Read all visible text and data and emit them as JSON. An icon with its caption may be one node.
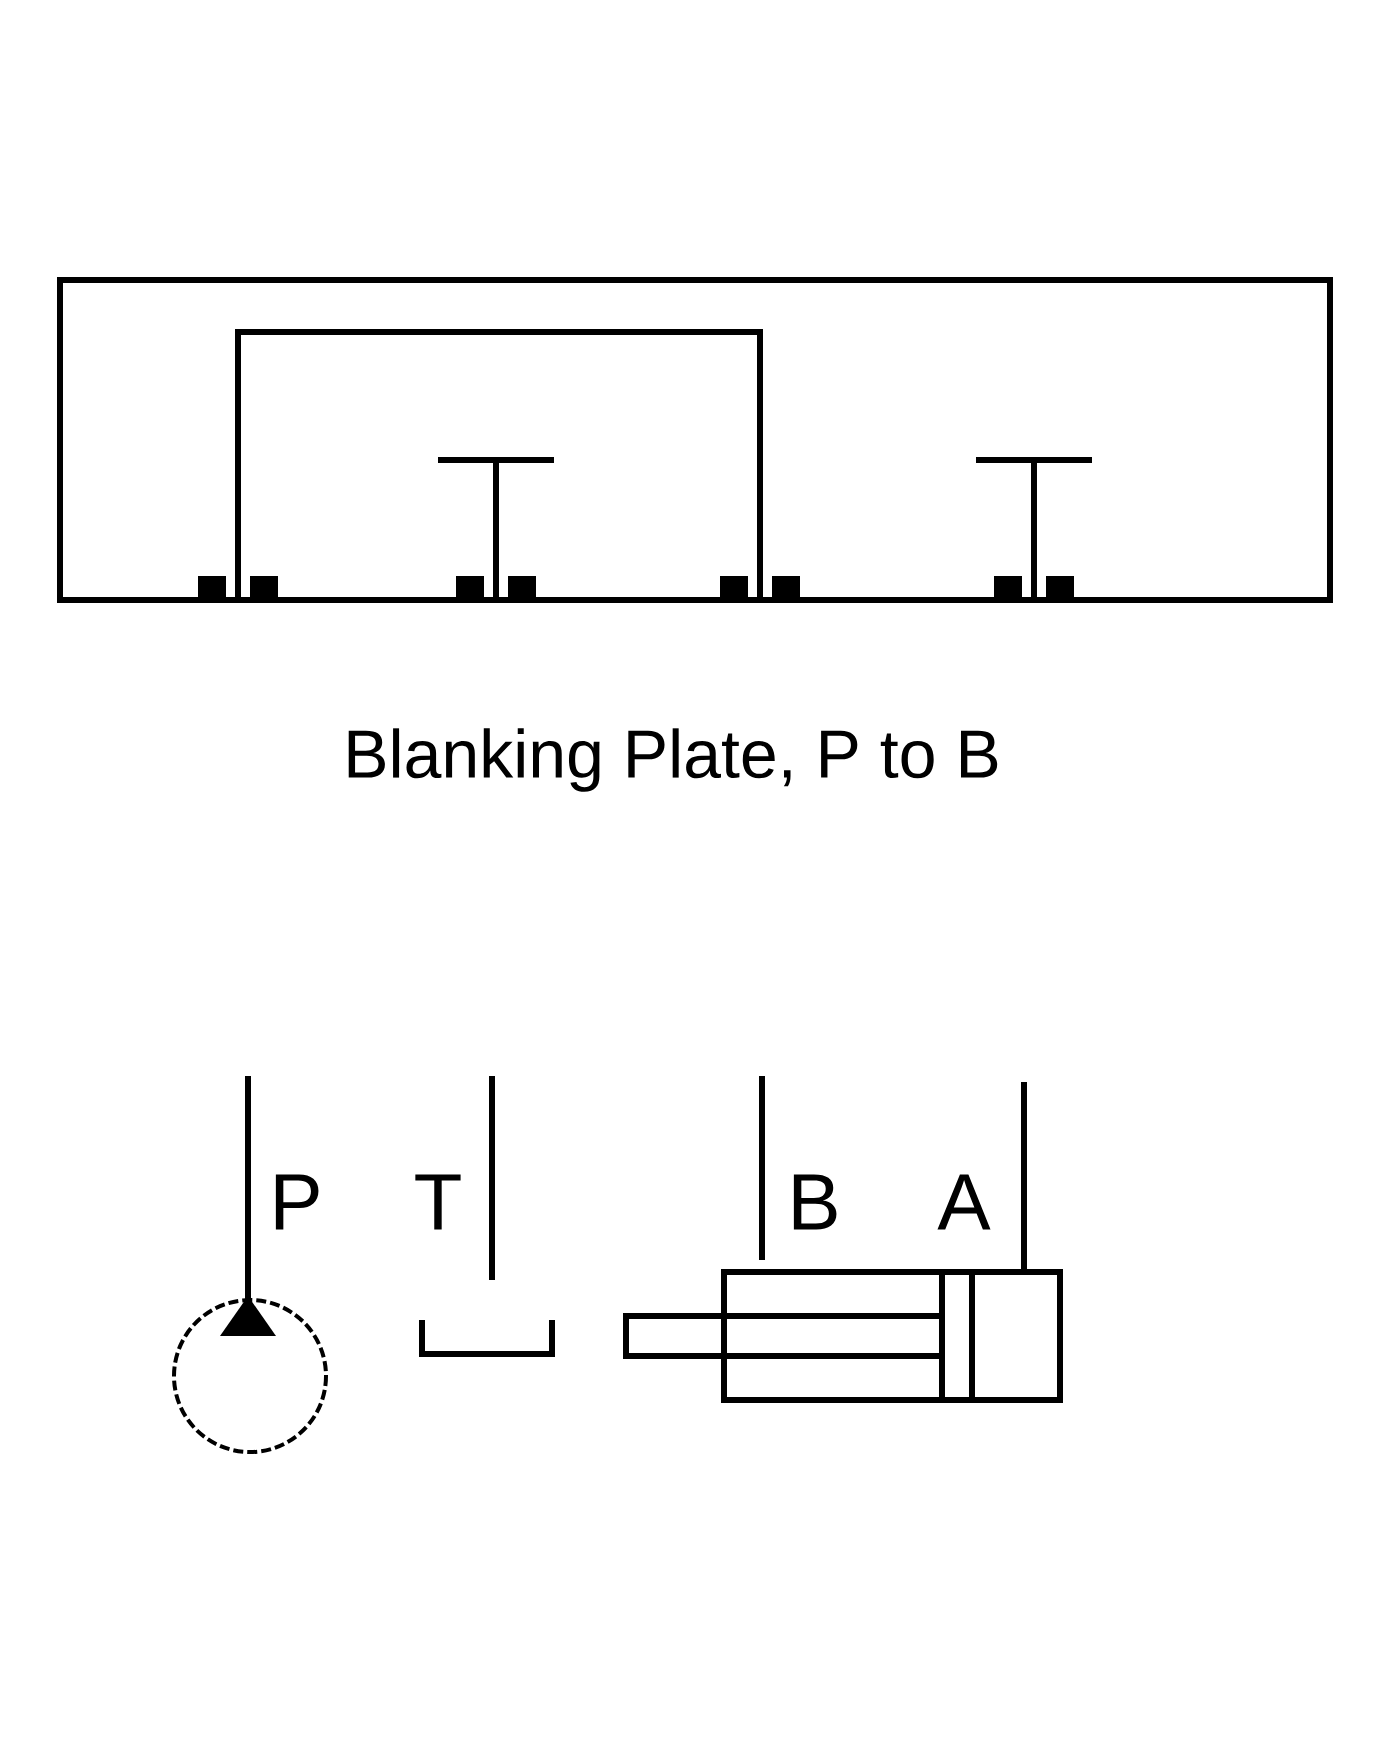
{
  "diagram": {
    "caption": "Blanking Plate, P to B",
    "labels": [
      "P",
      "T",
      "B",
      "A"
    ]
  }
}
